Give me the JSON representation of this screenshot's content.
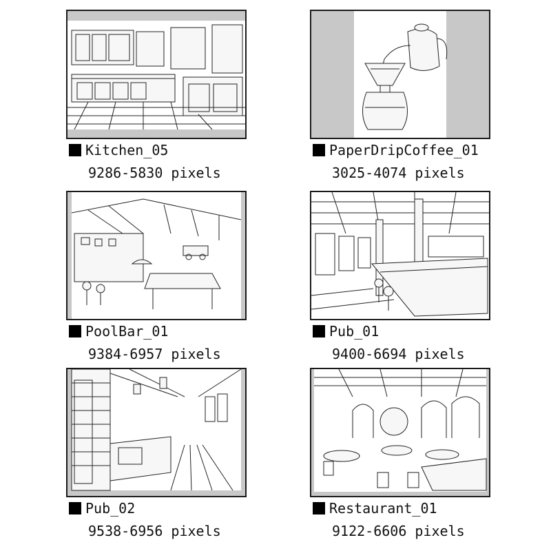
{
  "items": [
    {
      "name": "Kitchen_05",
      "size": "9286-5830 pixels"
    },
    {
      "name": "PaperDripCoffee_01",
      "size": "3025-4074 pixels"
    },
    {
      "name": "PoolBar_01",
      "size": "9384-6957 pixels"
    },
    {
      "name": "Pub_01",
      "size": "9400-6694 pixels"
    },
    {
      "name": "Pub_02",
      "size": "9538-6956 pixels"
    },
    {
      "name": "Restaurant_01",
      "size": "9122-6606 pixels"
    }
  ]
}
